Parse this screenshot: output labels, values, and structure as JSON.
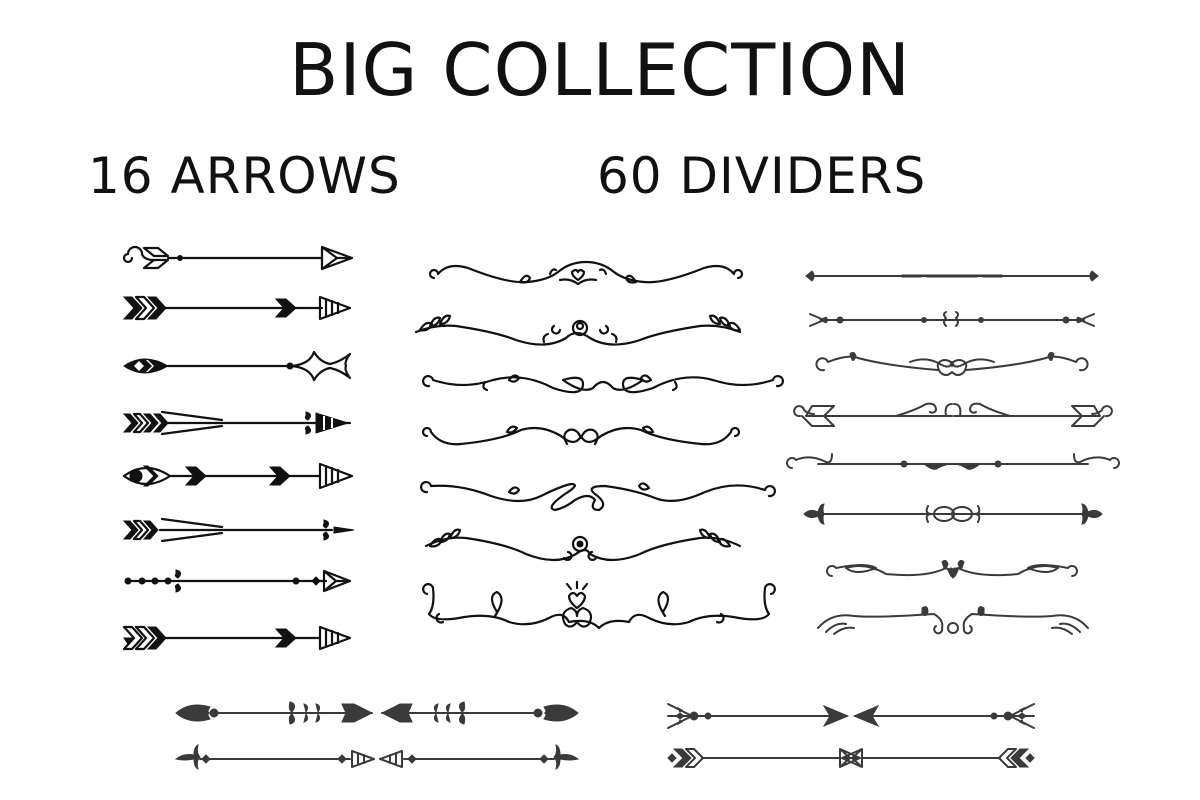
{
  "header": {
    "title": "BIG COLLECTION",
    "arrows_label": "16 ARROWS",
    "dividers_label": "60 DIVIDERS"
  },
  "colors": {
    "background": "#ffffff",
    "ink": "#111111",
    "gray_ink": "#3a3a3a"
  },
  "arrows": [
    {
      "name": "arrow-spiral-fletch-x-head"
    },
    {
      "name": "arrow-chevron-fletch-striped-head"
    },
    {
      "name": "arrow-leaf-fletch-fish-head"
    },
    {
      "name": "arrow-feather-fletch-curl-striped-head"
    },
    {
      "name": "arrow-eye-fletch-double-chevron"
    },
    {
      "name": "arrow-feather-fletch-spear-head"
    },
    {
      "name": "arrow-dotted-fletch-x-head"
    },
    {
      "name": "arrow-chevron-fletch-striped-head-2"
    }
  ],
  "dividers_middle": [
    {
      "name": "divider-heart-swirl"
    },
    {
      "name": "divider-laurel-rose"
    },
    {
      "name": "divider-loop-leaf"
    },
    {
      "name": "divider-heart-swirl-2"
    },
    {
      "name": "divider-loop-leaf-2"
    },
    {
      "name": "divider-laurel-gem"
    },
    {
      "name": "divider-crown-heart"
    }
  ],
  "dividers_right": [
    {
      "name": "divider-fleur-line"
    },
    {
      "name": "divider-dotted-fork"
    },
    {
      "name": "divider-scroll-heart"
    },
    {
      "name": "divider-flag-scroll"
    },
    {
      "name": "divider-scroll-dots"
    },
    {
      "name": "divider-fleur-knot"
    },
    {
      "name": "divider-loop-heart"
    },
    {
      "name": "divider-flourish-swirl"
    }
  ],
  "bottom_pairs": [
    {
      "name": "double-arrow-leaf-left"
    },
    {
      "name": "double-arrow-fleur-left"
    },
    {
      "name": "double-arrow-fork-right"
    },
    {
      "name": "double-arrow-chevron-right"
    }
  ]
}
